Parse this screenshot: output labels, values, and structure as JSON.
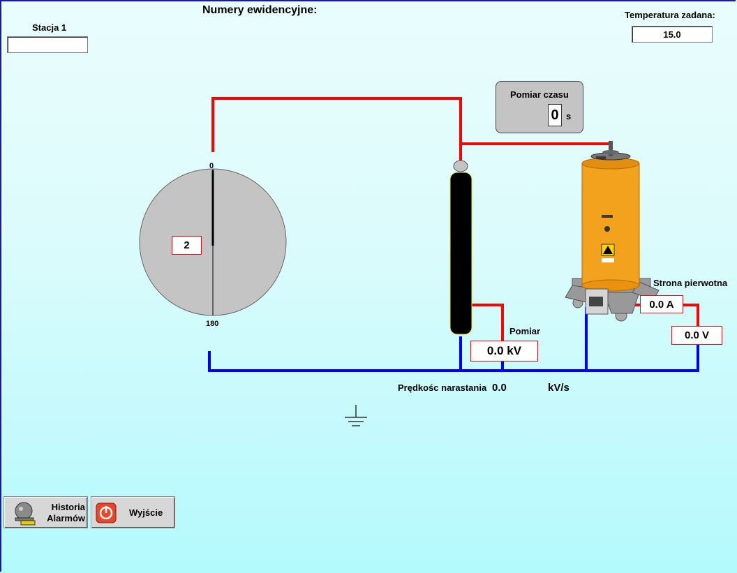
{
  "header": {
    "title": "Numery ewidencyjne:",
    "station_label": "Stacja 1",
    "station_value": "",
    "temp_label": "Temperatura zadana:",
    "temp_value": "15.0"
  },
  "timer": {
    "label": "Pomiar czasu",
    "value": "0",
    "unit": "s"
  },
  "dial": {
    "top_label": "0",
    "bottom_label": "180",
    "value": "2"
  },
  "measurement": {
    "label": "Pomiar",
    "kv_value": "0.0 kV"
  },
  "primary": {
    "label": "Strona pierwotna",
    "current": "0.0 A",
    "voltage": "0.0 V"
  },
  "rate": {
    "label": "Prędkośc narastania",
    "value": "0.0",
    "unit": "kV/s"
  },
  "buttons": {
    "alarms_line1": "Historia",
    "alarms_line2": "Alarmów",
    "exit": "Wyjście"
  },
  "colors": {
    "live_wire": "#ff0000",
    "ground_wire": "#0000ff",
    "transformer": "#f2a21c"
  }
}
